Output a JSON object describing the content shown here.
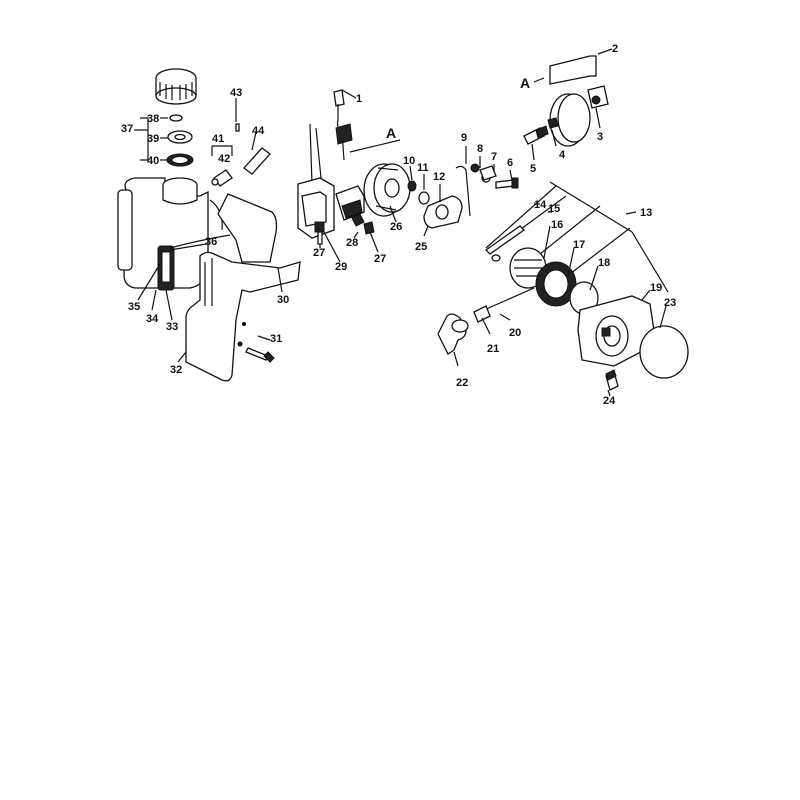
{
  "diagram": {
    "callouts": [
      {
        "id": "c1",
        "text": "1"
      },
      {
        "id": "c2",
        "text": "2"
      },
      {
        "id": "c3",
        "text": "3"
      },
      {
        "id": "c4",
        "text": "4"
      },
      {
        "id": "c5",
        "text": "5"
      },
      {
        "id": "c6",
        "text": "6"
      },
      {
        "id": "c7",
        "text": "7"
      },
      {
        "id": "c8",
        "text": "8"
      },
      {
        "id": "c9",
        "text": "9"
      },
      {
        "id": "c10",
        "text": "10"
      },
      {
        "id": "c11",
        "text": "11"
      },
      {
        "id": "c12",
        "text": "12"
      },
      {
        "id": "c13",
        "text": "13"
      },
      {
        "id": "c14",
        "text": "14"
      },
      {
        "id": "c15",
        "text": "15"
      },
      {
        "id": "c16",
        "text": "16"
      },
      {
        "id": "c17",
        "text": "17"
      },
      {
        "id": "c18",
        "text": "18"
      },
      {
        "id": "c19",
        "text": "19"
      },
      {
        "id": "c20",
        "text": "20"
      },
      {
        "id": "c21",
        "text": "21"
      },
      {
        "id": "c22",
        "text": "22"
      },
      {
        "id": "c23",
        "text": "23"
      },
      {
        "id": "c24",
        "text": "24"
      },
      {
        "id": "c25",
        "text": "25"
      },
      {
        "id": "c26",
        "text": "26"
      },
      {
        "id": "c27a",
        "text": "27"
      },
      {
        "id": "c27b",
        "text": "27"
      },
      {
        "id": "c28",
        "text": "28"
      },
      {
        "id": "c29",
        "text": "29"
      },
      {
        "id": "c30",
        "text": "30"
      },
      {
        "id": "c31",
        "text": "31"
      },
      {
        "id": "c32",
        "text": "32"
      },
      {
        "id": "c33",
        "text": "33"
      },
      {
        "id": "c34",
        "text": "34"
      },
      {
        "id": "c35",
        "text": "35"
      },
      {
        "id": "c36",
        "text": "36"
      },
      {
        "id": "c37",
        "text": "37"
      },
      {
        "id": "c38",
        "text": "38"
      },
      {
        "id": "c39",
        "text": "39"
      },
      {
        "id": "c40",
        "text": "40"
      },
      {
        "id": "c41",
        "text": "41"
      },
      {
        "id": "c42",
        "text": "42"
      },
      {
        "id": "c43",
        "text": "43"
      },
      {
        "id": "c44",
        "text": "44"
      }
    ],
    "connector_marks": {
      "left": "A",
      "right": "A"
    }
  }
}
